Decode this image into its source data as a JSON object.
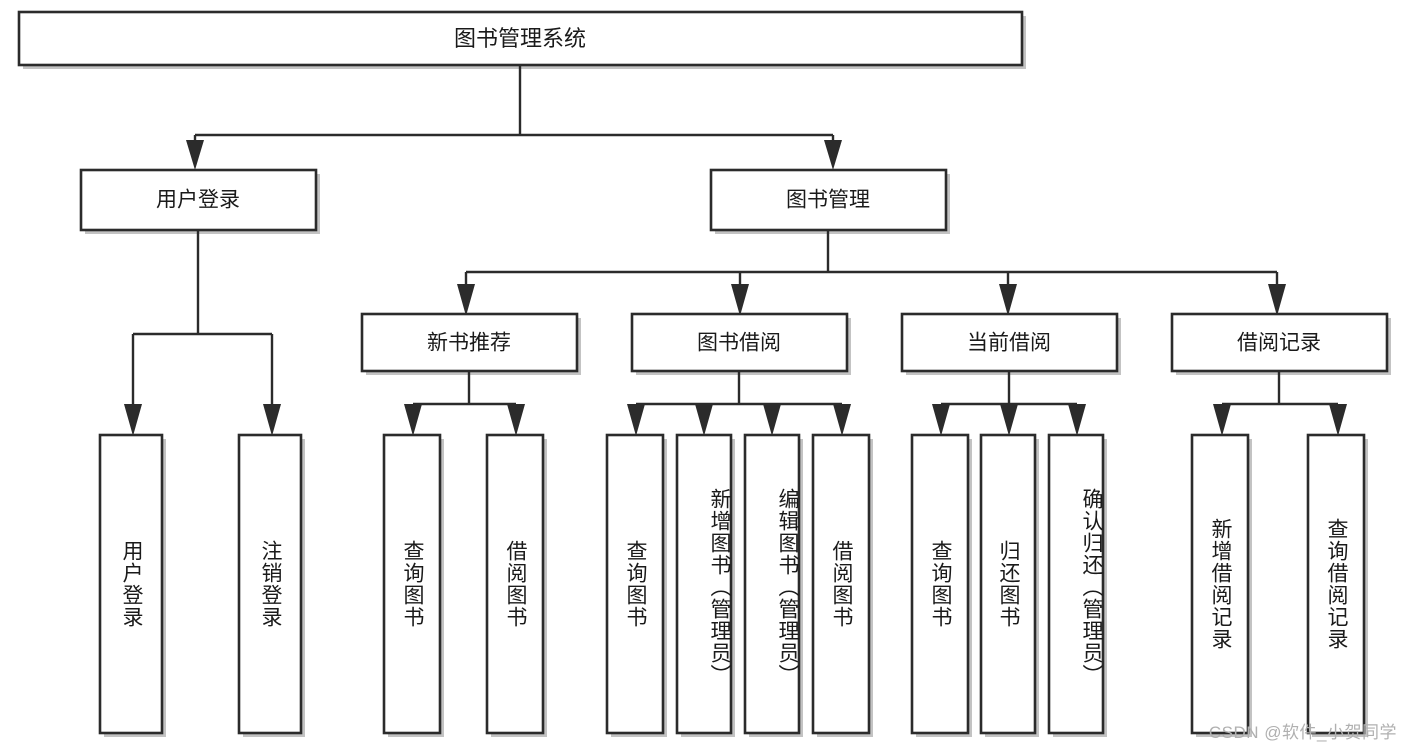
{
  "diagram": {
    "type": "tree-hierarchy",
    "title": "图书管理系统",
    "watermark": "CSDN @软件_小贺同学",
    "colors": {
      "box_stroke": "#2b2b2b",
      "box_fill": "#ffffff",
      "connector": "#2b2b2b",
      "text": "#1a1a1a",
      "watermark": "#b0b0b0",
      "background": "#ffffff"
    },
    "levels": {
      "root_label": "图书管理系统",
      "level2": [
        {
          "label": "用户登录"
        },
        {
          "label": "图书管理"
        }
      ],
      "level3": [
        {
          "label": "新书推荐"
        },
        {
          "label": "图书借阅"
        },
        {
          "label": "当前借阅"
        },
        {
          "label": "借阅记录"
        }
      ]
    },
    "leaves": {
      "user_login": [
        {
          "label": "用户登录"
        },
        {
          "label": "注销登录"
        }
      ],
      "new_book": [
        {
          "label": "查询图书"
        },
        {
          "label": "借阅图书"
        }
      ],
      "book_borrow": [
        {
          "label": "查询图书"
        },
        {
          "label": "新增图书（管理员）"
        },
        {
          "label": "编辑图书（管理员）"
        },
        {
          "label": "借阅图书"
        }
      ],
      "current_borrow": [
        {
          "label": "查询图书"
        },
        {
          "label": "归还图书"
        },
        {
          "label": "确认归还（管理员）"
        }
      ],
      "borrow_record": [
        {
          "label": "新增借阅记录"
        },
        {
          "label": "查询借阅记录"
        }
      ]
    }
  }
}
